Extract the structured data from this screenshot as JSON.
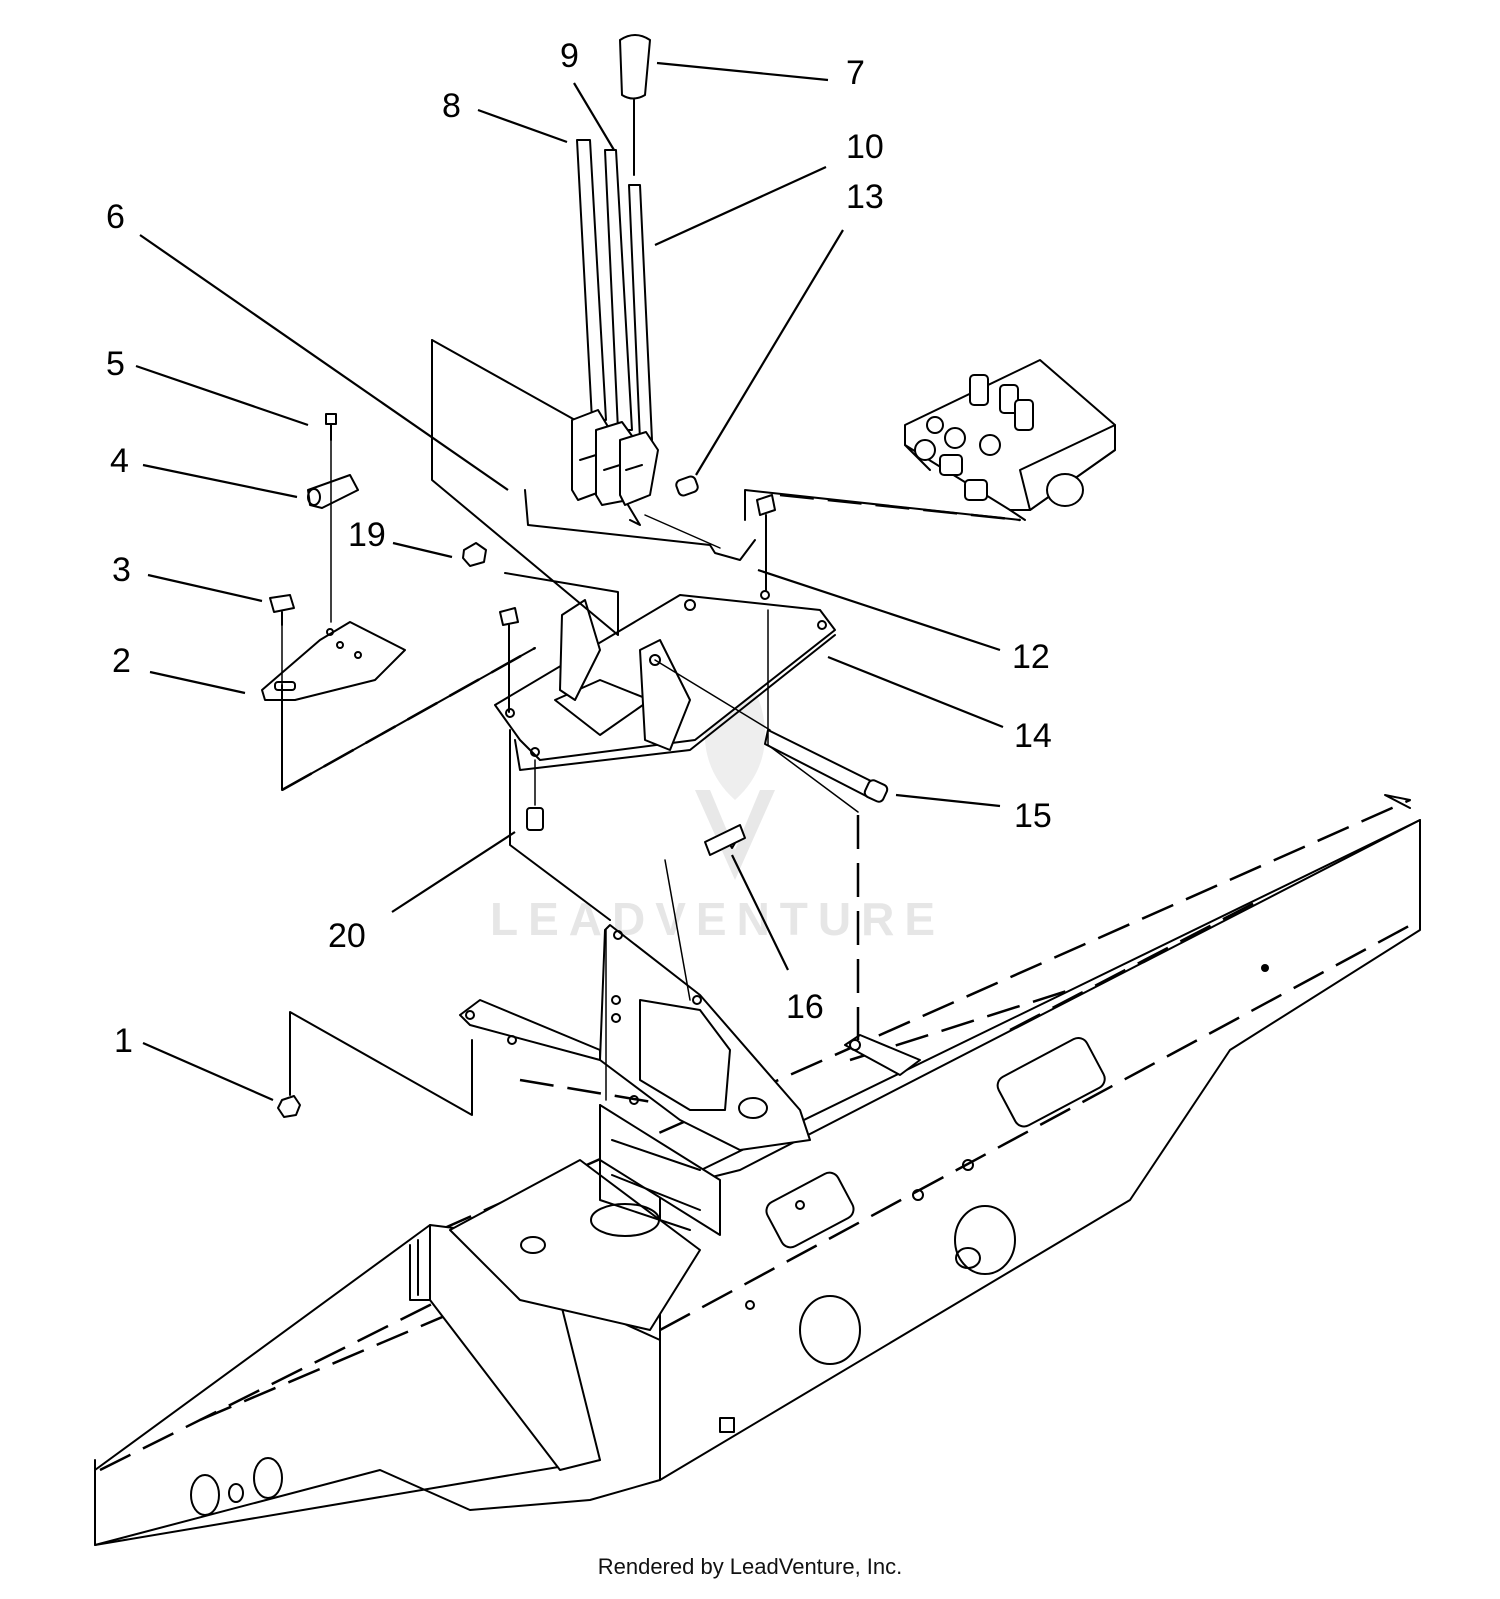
{
  "callouts": {
    "c1": "1",
    "c2": "2",
    "c3": "3",
    "c4": "4",
    "c5": "5",
    "c6": "6",
    "c7": "7",
    "c8": "8",
    "c9": "9",
    "c10": "10",
    "c12": "12",
    "c13": "13",
    "c14": "14",
    "c15": "15",
    "c16": "16",
    "c19": "19",
    "c20": "20"
  },
  "watermark": "LEADVENTURE",
  "credit": "Rendered by LeadVenture, Inc."
}
